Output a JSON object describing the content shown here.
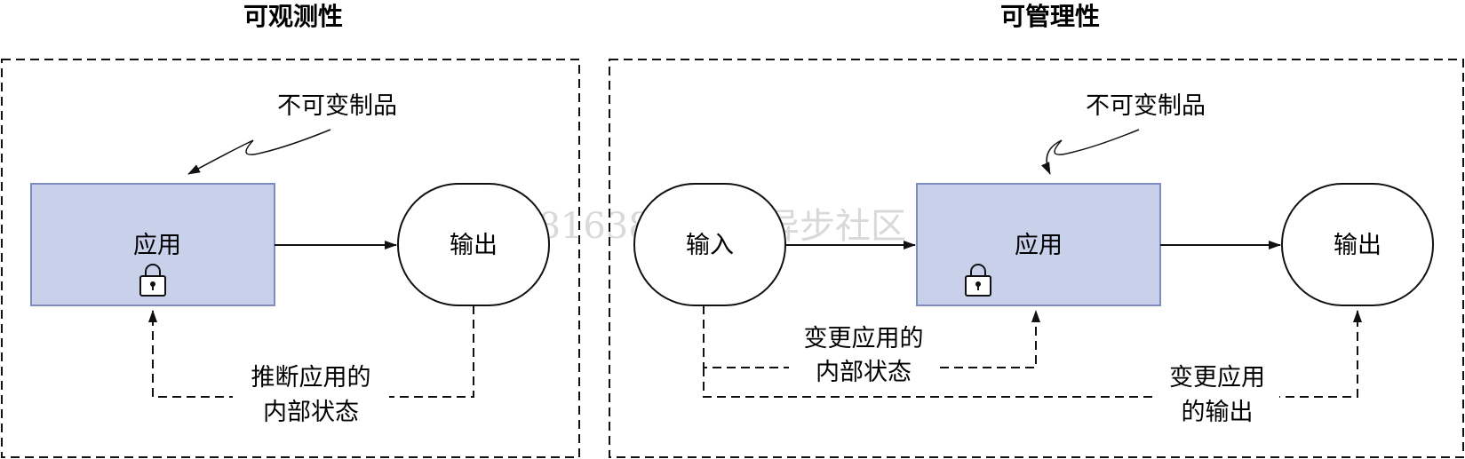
{
  "colors": {
    "app_fill": "#c9d1ea",
    "app_stroke": "#7f8cbf",
    "line": "#111111",
    "watermark": "#d9d9d9"
  },
  "observability": {
    "title": "可观测性",
    "immutable_label": "不可变制品",
    "app_label": "应用",
    "output_label": "输出",
    "infer_line1": "推断应用的",
    "infer_line2": "内部状态"
  },
  "manageability": {
    "title": "可管理性",
    "immutable_label": "不可变制品",
    "input_label": "输入",
    "app_label": "应用",
    "output_label": "输出",
    "change_state_line1": "变更应用的",
    "change_state_line2": "内部状态",
    "change_output_line1": "变更应用",
    "change_output_line2": "的输出"
  },
  "icons": {
    "lock": "lock-icon"
  },
  "watermark": "18163897532异步社区"
}
